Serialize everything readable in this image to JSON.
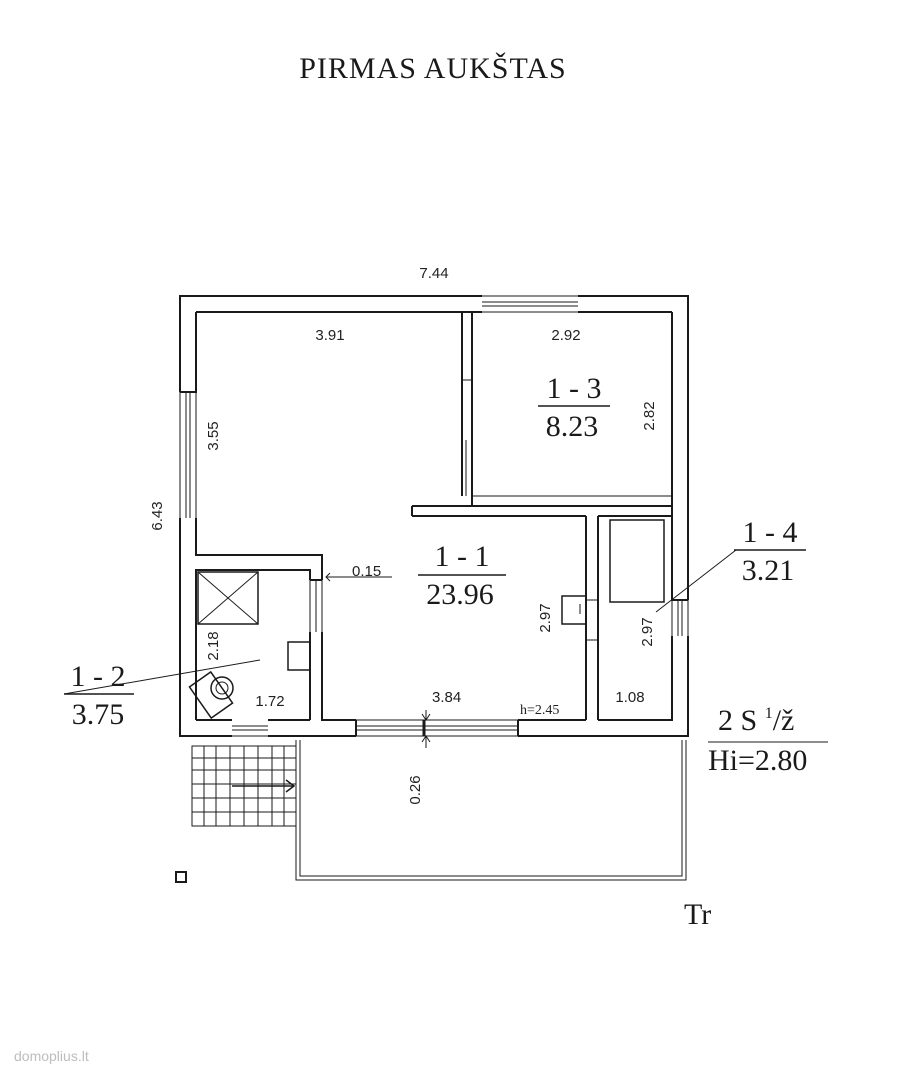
{
  "title": "PIRMAS AUKŠTAS",
  "dimensions": {
    "overall_width": "7.44",
    "overall_depth": "6.43",
    "main_room_width": "3.91",
    "main_room_depth": "3.55",
    "room3_width": "2.92",
    "room3_depth": "2.82",
    "wall_thickness": "0.15",
    "room1_depth": "2.97",
    "room4_depth": "2.97",
    "bath_depth": "2.18",
    "bath_width": "1.72",
    "room1_width": "3.84",
    "room4_width": "1.08",
    "ceiling_height": "h=2.45",
    "terrace_depth": "0.26"
  },
  "rooms": [
    {
      "id": "1 - 1",
      "area": "23.96"
    },
    {
      "id": "1 - 2",
      "area": "3.75"
    },
    {
      "id": "1 - 3",
      "area": "8.23"
    },
    {
      "id": "1 - 4",
      "area": "3.21"
    }
  ],
  "building": {
    "code_prefix": "2 S ",
    "code_sup": "1",
    "code_suffix": "/ž",
    "height": "Hi=2.80"
  },
  "terrace_label": "Tr",
  "watermark": "domoplius.lt"
}
